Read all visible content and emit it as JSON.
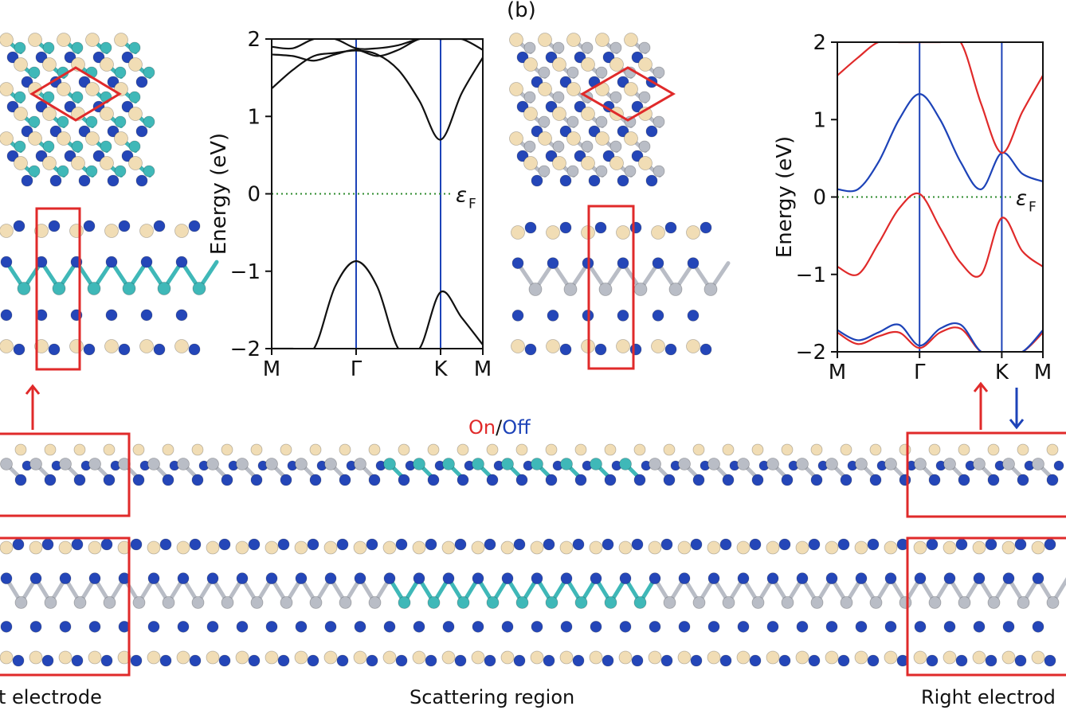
{
  "panel_label": "(b)",
  "onoff": {
    "on": "On",
    "separator": "/",
    "off": "Off"
  },
  "bottom_labels": {
    "left": "t electrode",
    "center": "Scattering region",
    "right": "Right electrod"
  },
  "colors": {
    "red": "#e02a2a",
    "blue": "#1d43b8",
    "fermi": "#2e8b2e",
    "atom_b": "#2446b8",
    "atom_c": "#f1ddb5",
    "atom_s": "#b9bdc6",
    "atom_t": "#3fb8b8"
  },
  "chart_data": [
    {
      "type": "line",
      "title": "",
      "xlabel": "",
      "ylabel": "Energy (eV)",
      "ylim": [
        -2,
        2
      ],
      "yticks": [
        "2",
        "1",
        "0",
        "−1",
        "−2"
      ],
      "x_ticks": [
        "M",
        "Γ",
        "K",
        "M"
      ],
      "x_tick_pos": [
        0,
        1,
        2,
        2.5
      ],
      "fermi_label": "ε",
      "fermi_sub": "F",
      "series": [
        {
          "color": "#111111",
          "x": [
            0,
            0.25,
            0.5,
            0.75,
            1,
            1.25,
            1.5,
            1.75,
            2,
            2.25,
            2.5
          ],
          "y": [
            -2.0,
            -2.0,
            -2.0,
            -1.2,
            -0.87,
            -1.2,
            -2.0,
            -2.0,
            -1.27,
            -1.6,
            -1.95
          ]
        },
        {
          "color": "#111111",
          "x": [
            0,
            0.25,
            0.5,
            0.75,
            1,
            1.25,
            1.5,
            1.75,
            2,
            2.25,
            2.5
          ],
          "y": [
            1.36,
            1.6,
            1.78,
            1.82,
            1.85,
            1.8,
            1.6,
            1.2,
            0.7,
            1.3,
            1.76
          ]
        },
        {
          "color": "#111111",
          "x": [
            0,
            0.25,
            0.5,
            0.75,
            1,
            1.25,
            1.5,
            1.75,
            2,
            2.25,
            2.5
          ],
          "y": [
            1.8,
            1.78,
            1.72,
            1.8,
            1.86,
            1.78,
            1.86,
            2.0,
            2.0,
            2.0,
            1.86
          ]
        },
        {
          "color": "#111111",
          "x": [
            0,
            0.25,
            0.5,
            0.75,
            1,
            1.25,
            1.5,
            1.75,
            2,
            2.25,
            2.5
          ],
          "y": [
            1.9,
            1.88,
            2.0,
            2.0,
            1.88,
            1.88,
            1.92,
            2.0,
            2.0,
            2.0,
            2.0
          ]
        }
      ]
    },
    {
      "type": "line",
      "title": "",
      "xlabel": "",
      "ylabel": "Energy (eV)",
      "ylim": [
        -2,
        2
      ],
      "yticks": [
        "2",
        "1",
        "0",
        "−1",
        "−2"
      ],
      "x_ticks": [
        "M",
        "Γ",
        "K",
        "M"
      ],
      "x_tick_pos": [
        0,
        1,
        2,
        2.5
      ],
      "fermi_label": "ε",
      "fermi_sub": "F",
      "series": [
        {
          "color": "#1d43b8",
          "x": [
            0,
            0.25,
            0.5,
            0.75,
            1,
            1.25,
            1.5,
            1.75,
            2,
            2.25,
            2.5
          ],
          "y": [
            0.1,
            0.1,
            0.45,
            1.0,
            1.33,
            1.0,
            0.45,
            0.1,
            0.57,
            0.3,
            0.2
          ]
        },
        {
          "color": "#e02a2a",
          "x": [
            0,
            0.25,
            0.5,
            0.75,
            1,
            1.25,
            1.5,
            1.75,
            2,
            2.25,
            2.5
          ],
          "y": [
            -0.9,
            -1.0,
            -0.6,
            -0.15,
            0.04,
            -0.4,
            -0.85,
            -1.0,
            -0.27,
            -0.7,
            -0.9
          ]
        },
        {
          "color": "#e02a2a",
          "x": [
            0,
            0.25,
            0.5,
            0.75,
            1,
            1.25,
            1.5,
            1.75,
            2,
            2.25,
            2.5
          ],
          "y": [
            1.57,
            1.8,
            2.0,
            2.0,
            2.0,
            2.0,
            2.0,
            1.2,
            0.57,
            1.1,
            1.57
          ]
        },
        {
          "color": "#e02a2a",
          "x": [
            0,
            0.25,
            0.5,
            0.75,
            1,
            1.25,
            1.5,
            1.75,
            2,
            2.25,
            2.5
          ],
          "y": [
            -1.75,
            -1.9,
            -1.8,
            -1.75,
            -1.95,
            -1.75,
            -1.7,
            -2.0,
            -2.0,
            -2.0,
            -1.75
          ]
        },
        {
          "color": "#1d43b8",
          "x": [
            0,
            0.25,
            0.5,
            0.75,
            1,
            1.25,
            1.5,
            1.75,
            2,
            2.25,
            2.5
          ],
          "y": [
            -1.72,
            -1.85,
            -1.75,
            -1.65,
            -1.92,
            -1.7,
            -1.65,
            -2.0,
            -2.0,
            -2.0,
            -1.72
          ]
        }
      ]
    }
  ]
}
